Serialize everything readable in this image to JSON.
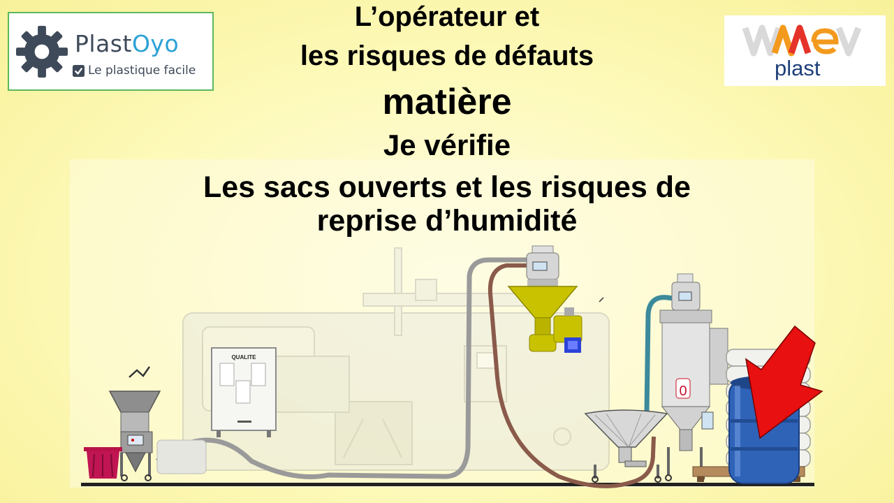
{
  "logos": {
    "plastoyo": {
      "brand_prefix": "Plast",
      "brand_suffix": "Oyo",
      "tagline": "Le plastique facile"
    },
    "wev": {
      "word": "plast"
    }
  },
  "title": {
    "line1": "L’opérateur et",
    "line2": "les risques de défauts",
    "line3": "matière",
    "line4": "Je vérifie",
    "line5": "Les sacs ouverts et les risques de",
    "line6": "reprise d’humidité"
  },
  "scene": {
    "qualite_label": "QUALITE",
    "dryer_indicator": "0"
  },
  "colors": {
    "background": "#fdf9b8",
    "arrow": "#e81010",
    "barrel": "#2f63b8",
    "hopper_yellow": "#c9c200",
    "hose_brown": "#8a5a4a",
    "hose_teal": "#3c8a9c",
    "plastoyo_border": "#5cb85c"
  }
}
